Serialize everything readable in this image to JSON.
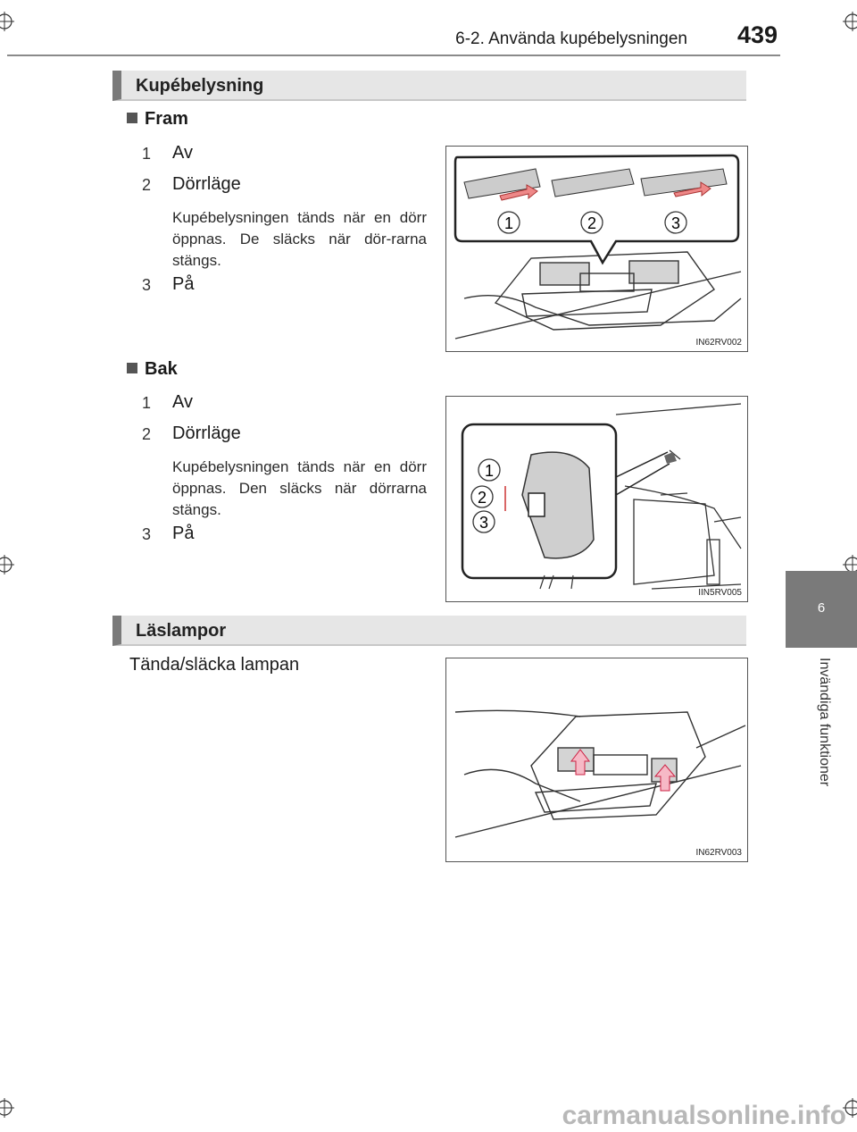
{
  "header": {
    "section_title": "6-2. Använda kupébelysningen",
    "page_number": "439"
  },
  "side_tab": {
    "chapter_number": "6",
    "chapter_title": "Invändiga funktioner"
  },
  "sections": {
    "kupe": {
      "title": "Kupébelysning",
      "front": {
        "heading": "Fram",
        "items": [
          {
            "num": "1",
            "label": "Av"
          },
          {
            "num": "2",
            "label": "Dörrläge",
            "desc": "Kupébelysningen tänds när en dörr öppnas. De släcks när dör-rarna stängs."
          },
          {
            "num": "3",
            "label": "På"
          }
        ],
        "figure_code": "IN62RV002",
        "callouts": [
          "1",
          "2",
          "3"
        ]
      },
      "rear": {
        "heading": "Bak",
        "items": [
          {
            "num": "1",
            "label": "Av"
          },
          {
            "num": "2",
            "label": "Dörrläge",
            "desc": "Kupébelysningen tänds när en dörr öppnas. Den släcks när dörrarna stängs."
          },
          {
            "num": "3",
            "label": "På"
          }
        ],
        "figure_code": "IIN5RV005",
        "callouts": [
          "1",
          "2",
          "3"
        ]
      }
    },
    "las": {
      "title": "Läslampor",
      "text": "Tända/släcka lampan",
      "figure_code": "IN62RV003"
    }
  },
  "footer": {
    "watermark": "carmanualsonline.info"
  }
}
